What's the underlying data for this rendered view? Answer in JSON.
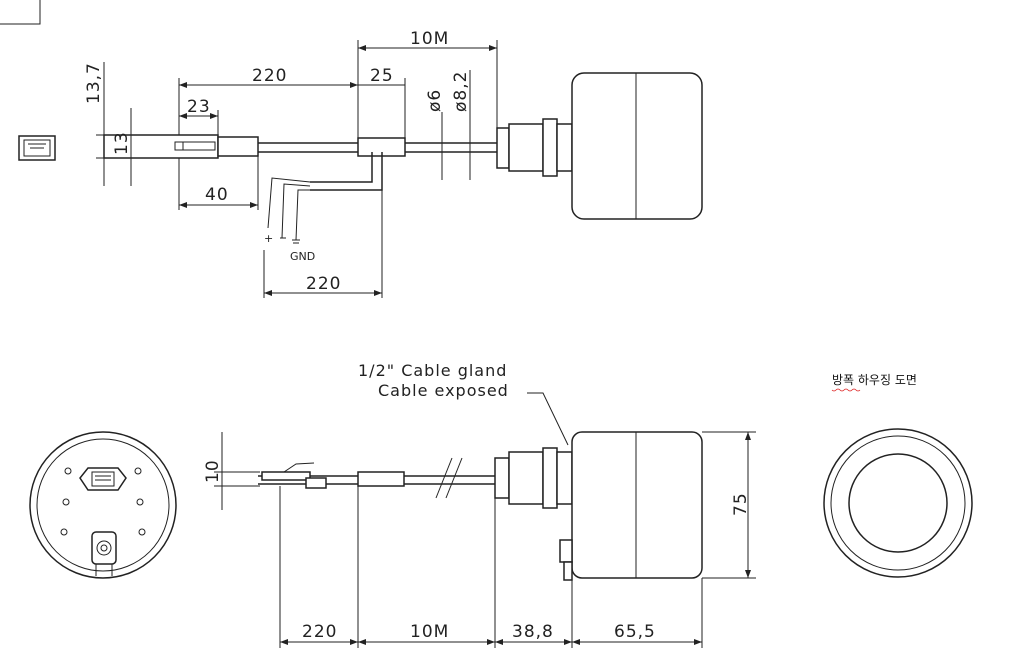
{
  "labels": {
    "top_length_10m": "10M",
    "top_220": "220",
    "top_25": "25",
    "top_13_7": "13,7",
    "top_23": "23",
    "top_13": "13",
    "top_40": "40",
    "dia_6": "ø6",
    "dia_8_2": "ø8,2",
    "plus": "+",
    "minus": "−",
    "gnd": "GND",
    "bottom_220_lead": "220",
    "side_10": "10",
    "side_75": "75",
    "bot_220": "220",
    "bot_10m": "10M",
    "bot_38_8": "38,8",
    "bot_65_5": "65,5",
    "gland_line1": "1/2\" Cable gland",
    "gland_line2": "Cable exposed",
    "korean_title": "방폭 하우징 도면"
  }
}
